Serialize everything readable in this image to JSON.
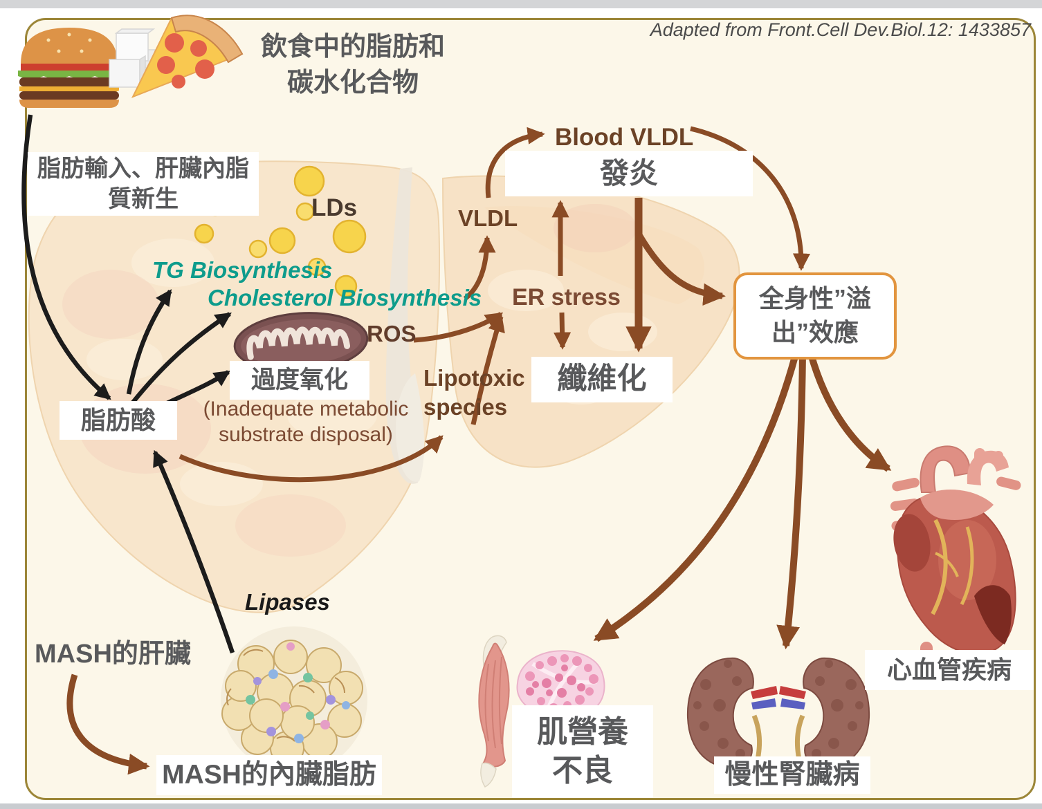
{
  "page": {
    "citation": "Adapted from Front.Cell Dev.Biol.12: 1433857",
    "title": "飲食中的脂肪和\n碳水化合物"
  },
  "pathway": {
    "fat_input": "脂肪輸入、肝臟內脂\n質新生",
    "lipid_droplets": "LDs",
    "tg_biosynthesis": "TG Biosynthesis",
    "cholesterol_biosynthesis": "Cholesterol Biosynthesis",
    "ros": "ROS",
    "over_oxidation": "過度氧化",
    "inadequate_disposal": "(Inadequate metabolic\nsubstrate disposal)",
    "fatty_acid": "脂肪酸",
    "lipotoxic_species": "Lipotoxic\nspecies",
    "vldl": "VLDL",
    "blood_vldl": "Blood VLDL",
    "inflammation": "發炎",
    "er_stress": "ER stress",
    "fibrosis": "纖維化",
    "lipases": "Lipases",
    "spillover": "全身性”溢\n出”效應"
  },
  "outcomes": {
    "mash_liver": "MASH的肝臟",
    "mash_visceral_fat": "MASH的內臟脂肪",
    "muscle_malnutrition": "肌營養\n不良",
    "chronic_kidney_disease": "慢性腎臟病",
    "cardiovascular_disease": "心血管疾病"
  },
  "colors": {
    "teal_text": "#0E9C8C",
    "brown_arrow": "#8A4B25",
    "dark_brown_text": "#6B4226",
    "gray_text": "#58595B",
    "orange_box_border": "#E2953F",
    "black_arrow": "#1C1C1C",
    "liver_fill": "#F8E6CC",
    "lipid_droplet": "#F7D44C",
    "canvas_background": "#FCF7E9",
    "border_gold": "#9C8638"
  }
}
